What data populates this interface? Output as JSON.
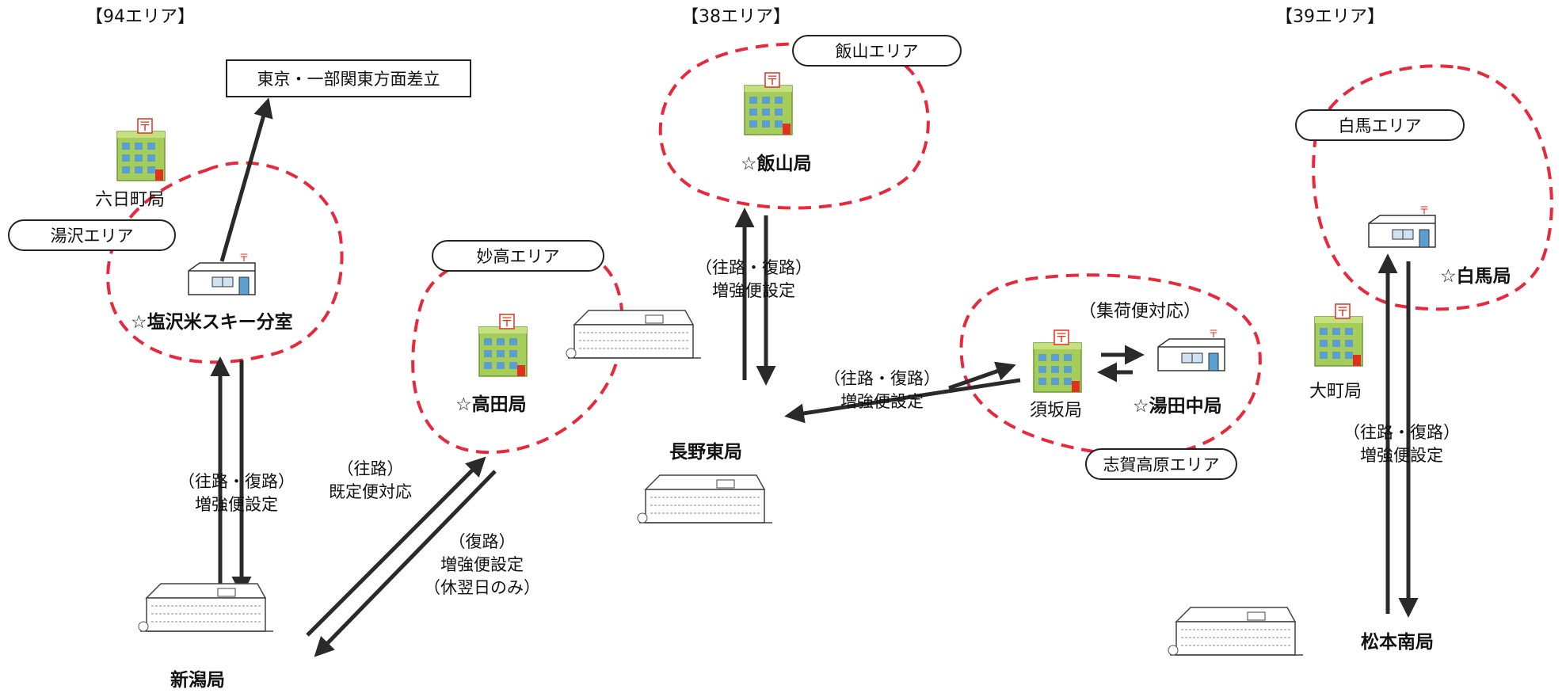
{
  "sections": {
    "area94": "【94エリア】",
    "area38": "【38エリア】",
    "area39": "【39エリア】"
  },
  "areas": {
    "yuzawa": "湯沢エリア",
    "myoko": "妙高エリア",
    "iiyama": "飯山エリア",
    "shiga": "志賀高原エリア",
    "hakuba": "白馬エリア"
  },
  "offices": {
    "muikamachi": "六日町局",
    "shiozawa": "☆塩沢米スキー分室",
    "takada": "☆高田局",
    "iiyama": "☆飯山局",
    "nagano_higashi": "長野東局",
    "suzaka": "須坂局",
    "yudanaka": "☆湯田中局",
    "omachi": "大町局",
    "hakuba": "☆白馬局",
    "niigata": "新潟局",
    "matsumoto_minami": "松本南局"
  },
  "destination": "東京・一部関東方面差立",
  "notes": {
    "shukabin": "（集荷便対応）",
    "roundtrip_a": "（往路・復路）",
    "zoukyou": "増強便設定",
    "ouro": "（往路）",
    "kitei": "既定便対応",
    "fukuro": "（復路）",
    "kyuyoku": "（休翌日のみ）"
  },
  "colors": {
    "area_outline": "#e8283c",
    "arrow": "#2a2a2a",
    "building_green": "#a6cc5a",
    "building_window": "#5a9fd0",
    "post_mark": "#e0301e"
  }
}
